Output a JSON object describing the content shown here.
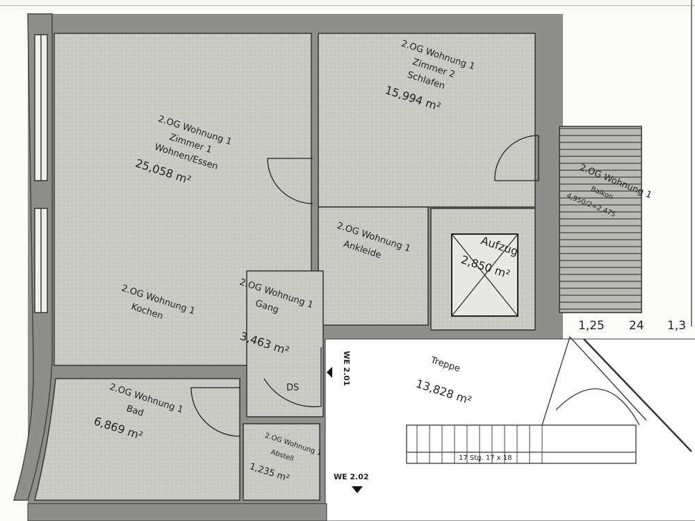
{
  "rooms": {
    "wohnen": {
      "l1": "2.OG Wohnung 1",
      "l2": "Zimmer 1",
      "l3": "Wohnen/Essen",
      "area": "25,058 m²"
    },
    "schlafen": {
      "l1": "2.OG Wohnung 1",
      "l2": "Zimmer 2",
      "l3": "Schlafen",
      "area": "15,994 m²"
    },
    "ankleide": {
      "l1": "2.OG Wohnung 1",
      "l2": "Ankleide"
    },
    "kochen": {
      "l1": "2.OG Wohnung 1",
      "l2": "Kochen"
    },
    "gang": {
      "l1": "2.OG Wohnung 1",
      "l2": "Gang",
      "area": "3,463 m²"
    },
    "bad": {
      "l1": "2.OG Wohnung 1",
      "l2": "Bad",
      "area": "6,869 m²"
    },
    "abstell": {
      "l1": "2.OG Wohnung 1",
      "l2": "Abstell",
      "area": "1,235 m²"
    },
    "balkon": {
      "l1": "2.OG Wohnung 1",
      "l2": "Balkon",
      "l3": "4,950/2=2,475"
    },
    "aufzug": {
      "l1": "Aufzug",
      "area": "2,850 m²"
    },
    "treppe": {
      "l1": "Treppe",
      "area": "13,828 m²"
    }
  },
  "marks": {
    "ds": "DS",
    "we1": "WE 2.01",
    "we2": "WE 2.02",
    "stair_note": "17 Stg. 17 x 18",
    "dim1": "1,25",
    "dim2": "24",
    "dim3": "1,3"
  }
}
